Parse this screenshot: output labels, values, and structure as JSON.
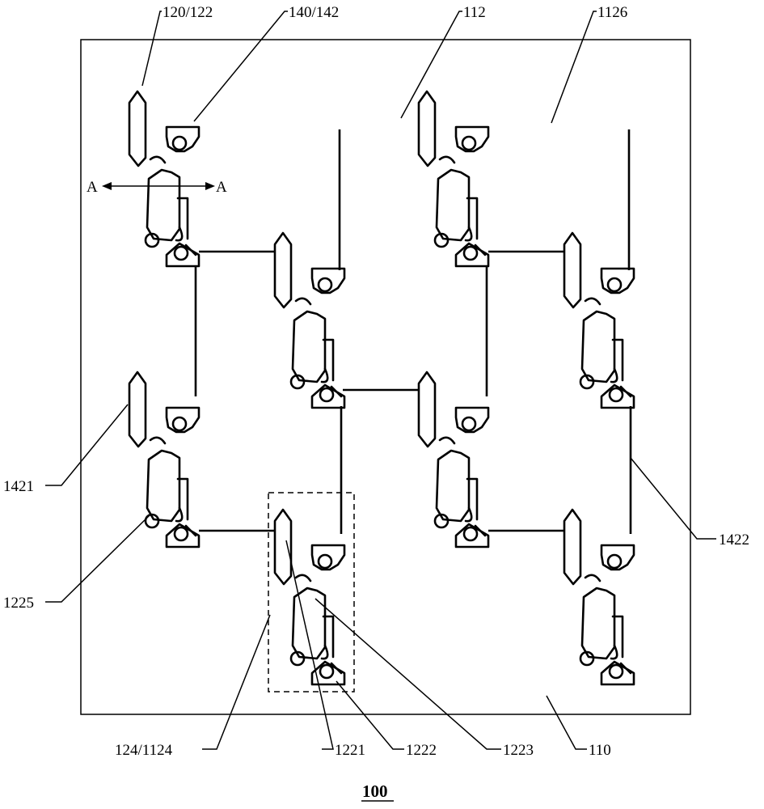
{
  "figure_label": "100",
  "section_marker": {
    "left": "A",
    "right": "A"
  },
  "callouts": [
    {
      "id": "120-122",
      "text": "120/122"
    },
    {
      "id": "140-142",
      "text": "140/142"
    },
    {
      "id": "112",
      "text": "112"
    },
    {
      "id": "1126",
      "text": "1126"
    },
    {
      "id": "1421",
      "text": "1421"
    },
    {
      "id": "1225",
      "text": "1225"
    },
    {
      "id": "1422",
      "text": "1422"
    },
    {
      "id": "124-1124",
      "text": "124/1124"
    },
    {
      "id": "1221",
      "text": "1221"
    },
    {
      "id": "1222",
      "text": "1222"
    },
    {
      "id": "1223",
      "text": "1223"
    },
    {
      "id": "110",
      "text": "110"
    }
  ],
  "pixel_units": [
    {
      "id": "p1",
      "mirror": false
    },
    {
      "id": "p2",
      "mirror": false
    },
    {
      "id": "p3",
      "mirror": false
    },
    {
      "id": "p4",
      "mirror": false
    },
    {
      "id": "p5",
      "mirror": false
    },
    {
      "id": "p6",
      "mirror": false
    },
    {
      "id": "p7",
      "mirror": false
    },
    {
      "id": "p8",
      "mirror": false
    },
    {
      "id": "p9",
      "mirror": false
    }
  ]
}
